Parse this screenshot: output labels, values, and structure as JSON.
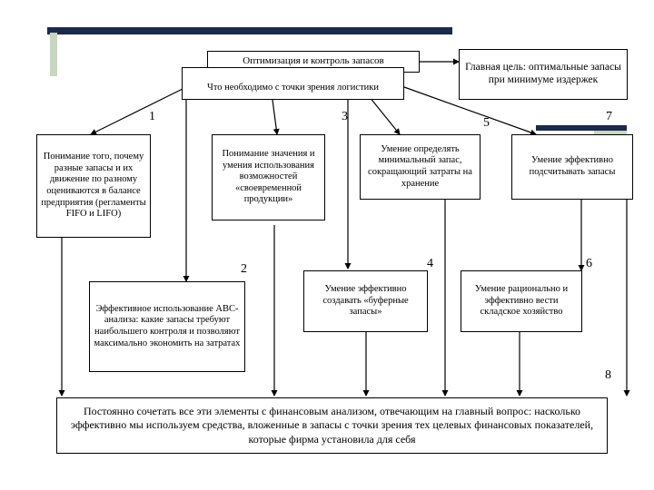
{
  "colors": {
    "accent_navy": "#1b2a4a",
    "accent_sage": "#c9d6c2",
    "line": "#000000"
  },
  "boxes": {
    "main_title": "Оптимизация и контроль запасов",
    "goal": "Главная цель: оптимальные запасы при минимуме издержек",
    "logistics": "Что необходимо с точки зрения логистики",
    "b1": "Понимание того, почему разные запасы и их движение по разному оцениваются в балансе предприятия (регламенты FIFO и LIFO)",
    "b3": "Понимание значения и умения использования возможностей «своевременной продукции»",
    "b5": "Умение определять минимальный запас, сокращающий затраты на хранение",
    "b7": "Умение эффективно подсчитывать запасы",
    "b2": "Эффективное использование ABC-анализа: какие запасы требуют наибольшего контроля и позволяют максимально экономить на затратах",
    "b4": "Умение эффективно создавать «буферные запасы»",
    "b6": "Умение рационально и эффективно вести складское хозяйство",
    "bottom": "Постоянно сочетать все эти элементы с финансовым анализом, отвечающим на главный вопрос: насколько эффективно мы используем средства, вложенные в запасы с точки зрения тех целевых финансовых показателей, которые фирма установила для себя"
  },
  "numbers": {
    "n1": "1",
    "n2": "2",
    "n3": "3",
    "n4": "4",
    "n5": "5",
    "n6": "6",
    "n7": "7",
    "n8": "8"
  }
}
